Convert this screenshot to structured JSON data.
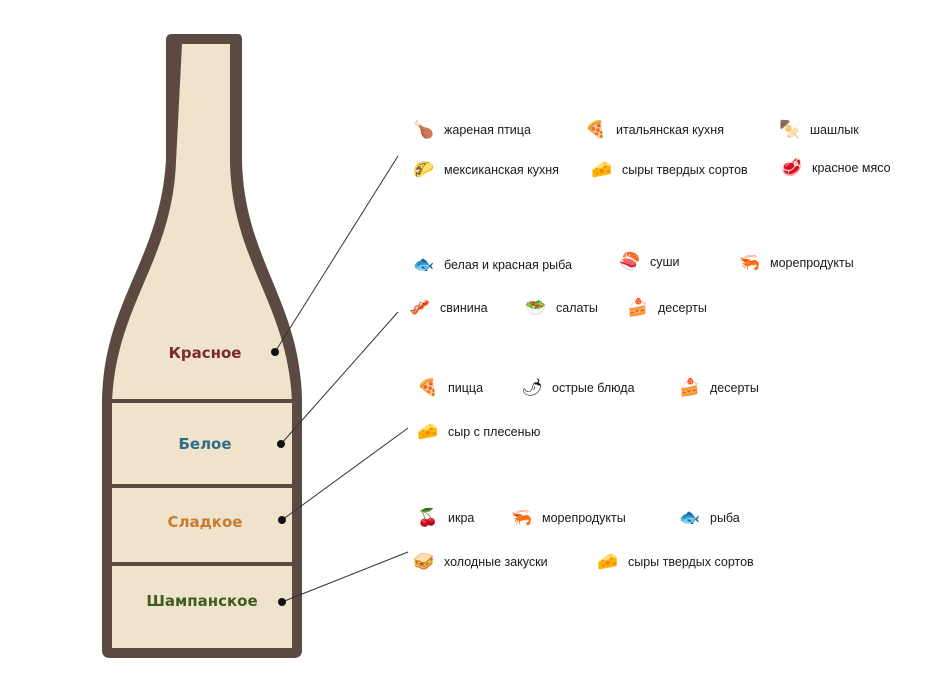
{
  "segments": [
    {
      "key": "red",
      "label": "Красное",
      "color": "#7a2a2a"
    },
    {
      "key": "white",
      "label": "Белое",
      "color": "#2e6f86"
    },
    {
      "key": "sweet",
      "label": "Сладкое",
      "color": "#c87a2e"
    },
    {
      "key": "champ",
      "label": "Шампанское",
      "color": "#3f5a24"
    }
  ],
  "bottle": {
    "fill": "#efe3cb",
    "outline": "#5a4a42"
  },
  "groups": {
    "red": [
      {
        "icon": "roast-chicken-icon",
        "glyph": "🍗",
        "label": "жареная птица"
      },
      {
        "icon": "pizza-slice-icon",
        "glyph": "🍕",
        "label": "итальянская кухня"
      },
      {
        "icon": "skewer-icon",
        "glyph": "🍢",
        "label": "шашлык"
      },
      {
        "icon": "taco-icon",
        "glyph": "🌮",
        "label": "мексиканская кухня"
      },
      {
        "icon": "cheese-icon",
        "glyph": "🧀",
        "label": "сыры твердых сортов"
      },
      {
        "icon": "steak-icon",
        "glyph": "🥩",
        "label": "красное мясо"
      }
    ],
    "white": [
      {
        "icon": "fish-icon",
        "glyph": "🐟",
        "label": "белая и красная рыба"
      },
      {
        "icon": "sushi-icon",
        "glyph": "🍣",
        "label": "суши"
      },
      {
        "icon": "shrimp-icon",
        "glyph": "🦐",
        "label": "морепродукты"
      },
      {
        "icon": "bacon-icon",
        "glyph": "🥓",
        "label": "свинина"
      },
      {
        "icon": "salad-icon",
        "glyph": "🥗",
        "label": "салаты"
      },
      {
        "icon": "cake-icon",
        "glyph": "🍰",
        "label": "десерты"
      }
    ],
    "sweet": [
      {
        "icon": "pizza-icon",
        "glyph": "🍕",
        "label": "пицца"
      },
      {
        "icon": "chili-pepper-icon",
        "glyph": "🌶",
        "label": "острые блюда"
      },
      {
        "icon": "cake-icon",
        "glyph": "🍰",
        "label": "десерты"
      },
      {
        "icon": "blue-cheese-icon",
        "glyph": "🧀",
        "label": "сыр с плесенью"
      }
    ],
    "champ": [
      {
        "icon": "caviar-icon",
        "glyph": "🍒",
        "label": "икра"
      },
      {
        "icon": "shrimp-icon",
        "glyph": "🦐",
        "label": "морепродукты"
      },
      {
        "icon": "fish-icon",
        "glyph": "🐟",
        "label": "рыба"
      },
      {
        "icon": "sandwich-icon",
        "glyph": "🥪",
        "label": "холодные закуски"
      },
      {
        "icon": "cheese-icon",
        "glyph": "🧀",
        "label": "сыры твердых сортов"
      }
    ]
  }
}
